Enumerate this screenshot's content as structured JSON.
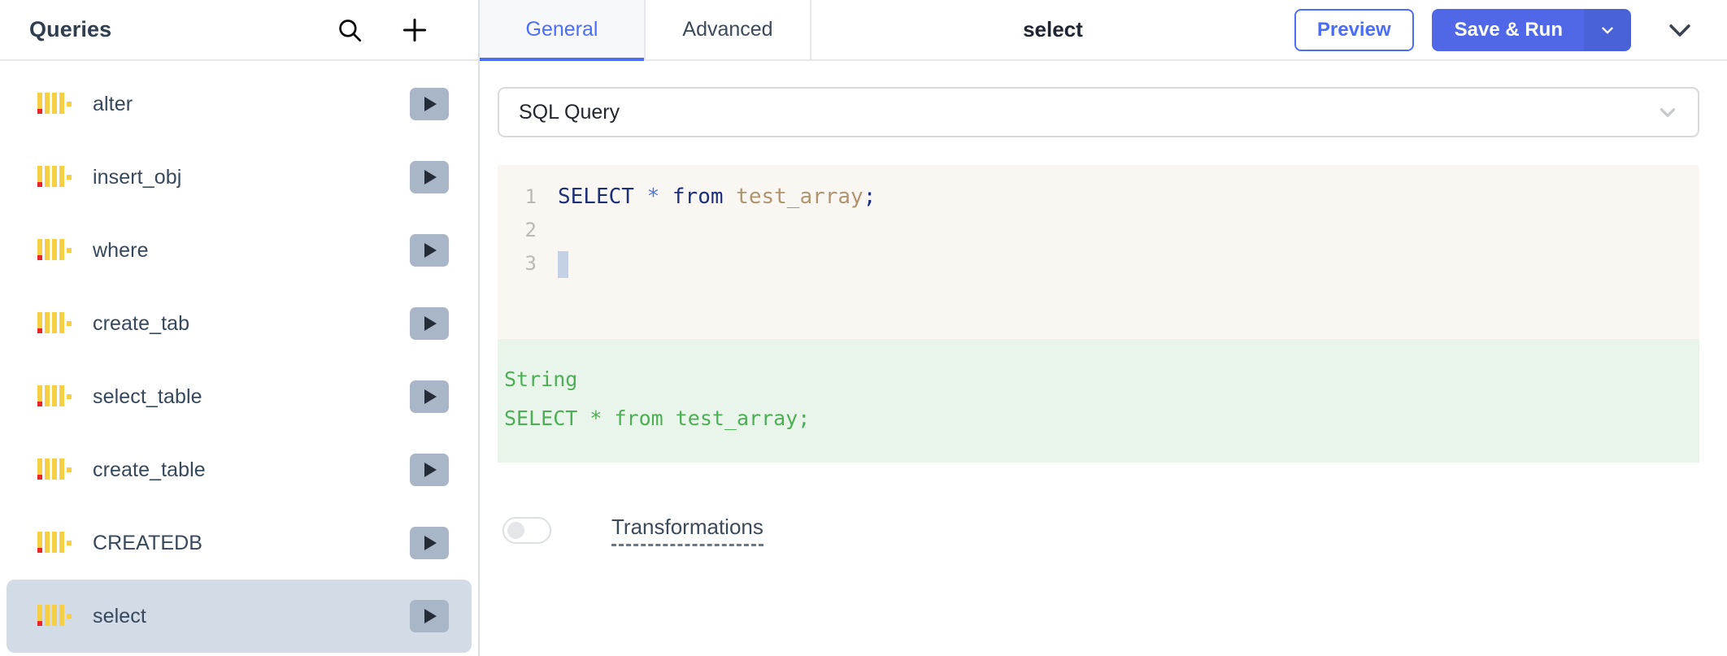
{
  "sidebar": {
    "title": "Queries",
    "search_icon": "search-icon",
    "add_icon": "plus-icon",
    "items": [
      {
        "label": "alter",
        "icon": "sql-query-icon",
        "run_icon": "play-icon",
        "selected": false
      },
      {
        "label": "insert_obj",
        "icon": "sql-query-icon",
        "run_icon": "play-icon",
        "selected": false
      },
      {
        "label": "where",
        "icon": "sql-query-icon",
        "run_icon": "play-icon",
        "selected": false
      },
      {
        "label": "create_tab",
        "icon": "sql-query-icon",
        "run_icon": "play-icon",
        "selected": false
      },
      {
        "label": "select_table",
        "icon": "sql-query-icon",
        "run_icon": "play-icon",
        "selected": false
      },
      {
        "label": "create_table",
        "icon": "sql-query-icon",
        "run_icon": "play-icon",
        "selected": false
      },
      {
        "label": "CREATEDB",
        "icon": "sql-query-icon",
        "run_icon": "play-icon",
        "selected": false
      },
      {
        "label": "select",
        "icon": "sql-query-icon",
        "run_icon": "play-icon",
        "selected": true
      }
    ]
  },
  "topbar": {
    "tabs": [
      {
        "label": "General",
        "active": true
      },
      {
        "label": "Advanced",
        "active": false
      }
    ],
    "title": "select",
    "preview_label": "Preview",
    "save_run_label": "Save & Run",
    "save_run_caret_icon": "chevron-down-icon",
    "collapse_icon": "chevron-down-icon"
  },
  "query_type_select": {
    "value": "SQL Query",
    "chevron_icon": "chevron-down-icon"
  },
  "editor": {
    "lines": [
      {
        "num": "1",
        "tokens": [
          {
            "text": "SELECT",
            "type": "kw"
          },
          {
            "text": " ",
            "type": "plain"
          },
          {
            "text": "*",
            "type": "star"
          },
          {
            "text": " ",
            "type": "plain"
          },
          {
            "text": "from",
            "type": "kw"
          },
          {
            "text": " ",
            "type": "plain"
          },
          {
            "text": "test_array",
            "type": "id"
          },
          {
            "text": ";",
            "type": "punc"
          }
        ]
      },
      {
        "num": "2",
        "tokens": []
      },
      {
        "num": "3",
        "tokens": [],
        "caret": true
      }
    ]
  },
  "output": {
    "type_label": "String",
    "value": "SELECT * from test_array;"
  },
  "transformations": {
    "label": "Transformations",
    "enabled": false
  },
  "colors": {
    "accent_blue": "#4c6ef5",
    "save_run_bg": "#5068e8",
    "save_run_caret_bg": "#4a62d8",
    "selected_row_bg": "#d3dbe7",
    "run_button_bg": "#a9b6c7",
    "editor_bg": "#faf7f3",
    "output_bg": "#e9f5ea",
    "output_text": "#4caf55",
    "icon_yellow": "#f6cf45",
    "icon_red": "#e8262a",
    "keyword": "#1b2f7a",
    "identifier": "#b09470",
    "star": "#4f78d8",
    "caret": "#c3d0e6"
  }
}
